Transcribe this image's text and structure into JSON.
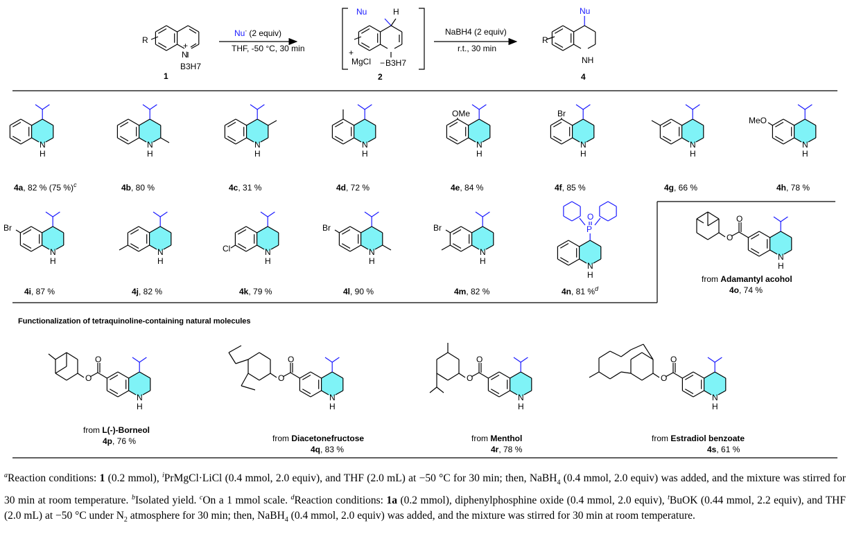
{
  "scheme": {
    "sm_label": "1",
    "sm_R": "R",
    "sm_N": "N",
    "sm_plus": "+",
    "sm_B3H7": "B3H7",
    "arrow1_reagent_nu": "Nu",
    "arrow1_reagent_rest": " (2 equiv)",
    "arrow1_conditions": "THF, -50 °C, 30 min",
    "int_label": "2",
    "int_Nu": "Nu",
    "int_H": "H",
    "int_MgCl": "MgCl",
    "int_B3H7": "B3H7",
    "arrow2_reagent": "NaBH4 (2 equiv)",
    "arrow2_conditions": "r.t., 30 min",
    "prod_label": "4",
    "prod_Nu": "Nu",
    "prod_NH": "NH"
  },
  "compounds": [
    {
      "id": "4a",
      "yield": ", 82 % (75 %)",
      "note": "c"
    },
    {
      "id": "4b",
      "yield": ", 80 %"
    },
    {
      "id": "4c",
      "yield": ", 31 %"
    },
    {
      "id": "4d",
      "yield": ", 72 %"
    },
    {
      "id": "4e",
      "yield": ", 84 %",
      "sub": "OMe"
    },
    {
      "id": "4f",
      "yield": ", 85 %",
      "sub": "Br"
    },
    {
      "id": "4g",
      "yield": ", 66 %"
    },
    {
      "id": "4h",
      "yield": ", 78 %",
      "sub": "MeO"
    },
    {
      "id": "4i",
      "yield": ", 87 %",
      "sub": "Br"
    },
    {
      "id": "4j",
      "yield": ", 82 %"
    },
    {
      "id": "4k",
      "yield": ", 79 %",
      "sub": "Cl"
    },
    {
      "id": "4l",
      "yield": ", 90 %",
      "sub": "Br"
    },
    {
      "id": "4m",
      "yield": ", 82 %",
      "sub": "Br"
    },
    {
      "id": "4n",
      "yield": ", 81 %",
      "note": "d",
      "sub": "P",
      "sub2": "O"
    },
    {
      "id": "4o",
      "yield": ", 74 %",
      "source": "Adamantyl acohol"
    },
    {
      "id": "4p",
      "yield": ", 76 %",
      "source": "L(-)-Borneol"
    },
    {
      "id": "4q",
      "yield": ", 83 %",
      "source": "Diacetonefructose"
    },
    {
      "id": "4r",
      "yield": ", 78 %",
      "source": "Menthol"
    },
    {
      "id": "4s",
      "yield": ", 61 %",
      "source": "Estradiol benzoate"
    }
  ],
  "from_word": "from ",
  "atom_N": "N",
  "atom_H": "H",
  "atom_O": "O",
  "section_title": "Functionalization of tetraquinoline-containing natural molecules",
  "footnote": {
    "a": "a",
    "a_text1": "Reaction conditions: ",
    "a_1": "1",
    "a_text2": " (0.2 mmol), ",
    "a_i": "i",
    "a_text3": "PrMgCl·LiCl (0.4 mmol, 2.0 equiv), and THF (2.0 mL) at −50 °C for 30 min; then, NaBH",
    "sub4": "4",
    "a_text4": " (0.4 mmol, 2.0 equiv) was added, and the mixture was stirred for 30 min at room temperature. ",
    "b": "b",
    "b_text": "Isolated yield. ",
    "c": "c",
    "c_text": "On a 1 mmol scale. ",
    "d": "d",
    "d_text1": "Reaction conditions: ",
    "d_1a": "1a",
    "d_text2": " (0.2 mmol), diphenylphosphine oxide (0.4 mmol, 2.0 equiv), ",
    "d_t": "t",
    "d_text3": "BuOK (0.44 mmol, 2.2 equiv), and THF (2.0 mL) at −50 °C under N",
    "sub2": "2",
    "d_text4": " atmosphere for 30 min; then, NaBH",
    "d_text5": " (0.4 mmol, 2.0 equiv) was added, and the mixture was stirred for 30 min at room temperature."
  },
  "colors": {
    "nucleophile": "#1a1aff",
    "ring_fill": "#7ff3f7"
  }
}
